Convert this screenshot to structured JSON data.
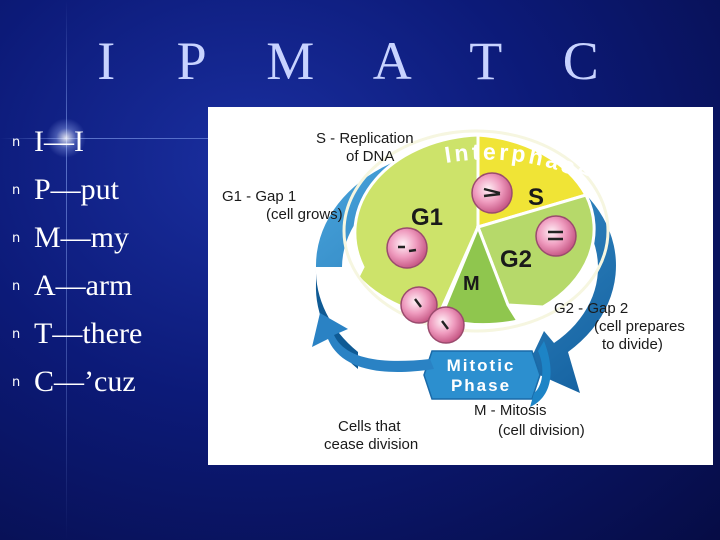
{
  "slide": {
    "title": "I P M A T C",
    "bullets": [
      {
        "marker": "n",
        "text": "I—I"
      },
      {
        "marker": "n",
        "text": "P—put"
      },
      {
        "marker": "n",
        "text": "M—my"
      },
      {
        "marker": "n",
        "text": "A—arm"
      },
      {
        "marker": "n",
        "text": "T—there"
      },
      {
        "marker": "n",
        "text": "C—’cuz"
      }
    ]
  },
  "diagram": {
    "s_label_1": "S - Replication",
    "s_label_2": "of DNA",
    "g1_label_1": "G1 - Gap 1",
    "g1_label_2": "(cell grows)",
    "g2_label_1": "G2 - Gap 2",
    "g2_label_2": "(cell prepares",
    "g2_label_3": "to divide)",
    "m_label_1": "M - Mitosis",
    "m_label_2": "(cell division)",
    "cease_label_1": "Cells that",
    "cease_label_2": "cease division",
    "interphase": "Interphase",
    "mitotic_1": "Mitotic",
    "mitotic_2": "Phase",
    "seg_s": "S",
    "seg_g1": "G1",
    "seg_g2": "G2",
    "seg_m": "M",
    "colors": {
      "ring": "#1d84c6",
      "g1": "#cde36a",
      "s": "#f0e436",
      "g2": "#b6d96a",
      "m": "#8fc64e",
      "cell": "#e89ab8"
    }
  }
}
